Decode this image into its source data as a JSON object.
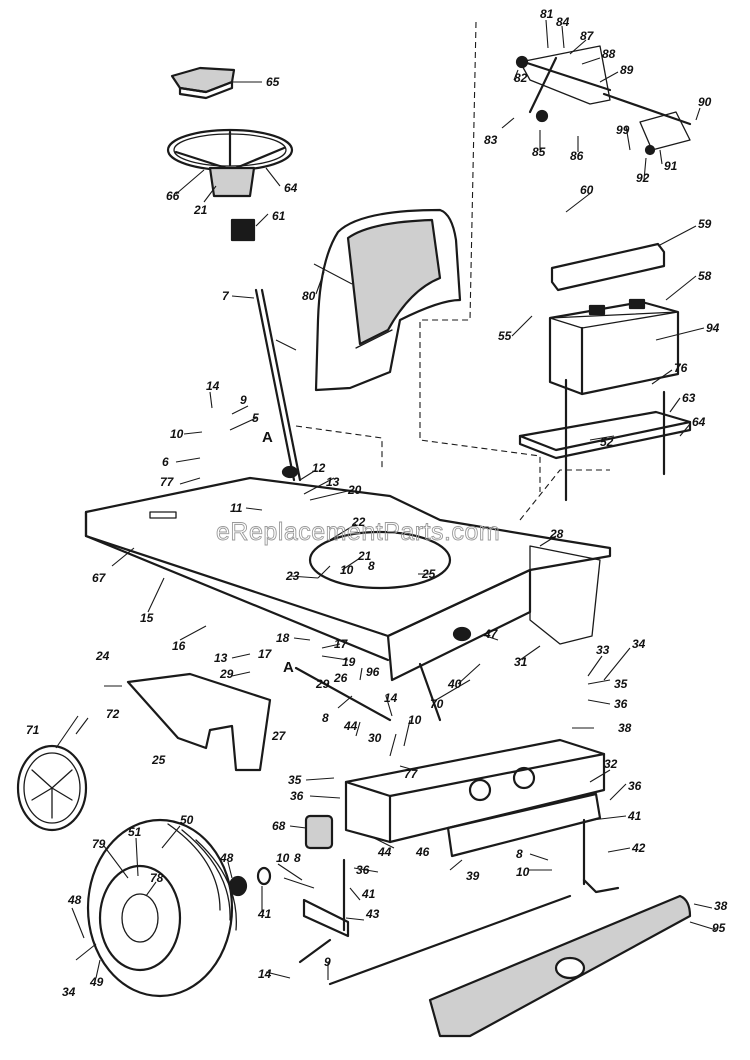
{
  "watermark": "eReplacementParts.com",
  "section_letters": [
    "A",
    "A"
  ],
  "callouts": [
    "65",
    "66",
    "21",
    "64",
    "61",
    "7",
    "14",
    "9",
    "5",
    "10",
    "6",
    "77",
    "12",
    "13",
    "20",
    "11",
    "22",
    "21",
    "10",
    "8",
    "23",
    "25",
    "28",
    "67",
    "15",
    "16",
    "18",
    "17",
    "19",
    "13",
    "17",
    "29",
    "29",
    "26",
    "96",
    "24",
    "27",
    "25",
    "72",
    "71",
    "8",
    "44",
    "30",
    "14",
    "10",
    "77",
    "47",
    "40",
    "70",
    "31",
    "33",
    "34",
    "35",
    "36",
    "38",
    "32",
    "36",
    "41",
    "42",
    "35",
    "36",
    "68",
    "44",
    "46",
    "39",
    "8",
    "10",
    "50",
    "51",
    "79",
    "78",
    "48",
    "41",
    "10",
    "8",
    "36",
    "41",
    "43",
    "48",
    "34",
    "49",
    "14",
    "9",
    "38",
    "95",
    "81",
    "84",
    "87",
    "88",
    "89",
    "82",
    "83",
    "85",
    "86",
    "90",
    "99",
    "92",
    "91",
    "60",
    "59",
    "58",
    "55",
    "94",
    "76",
    "63",
    "64",
    "52",
    "80"
  ],
  "colors": {
    "line": "#1a1a1a",
    "background": "#ffffff",
    "watermark": "#9a9a9a"
  }
}
